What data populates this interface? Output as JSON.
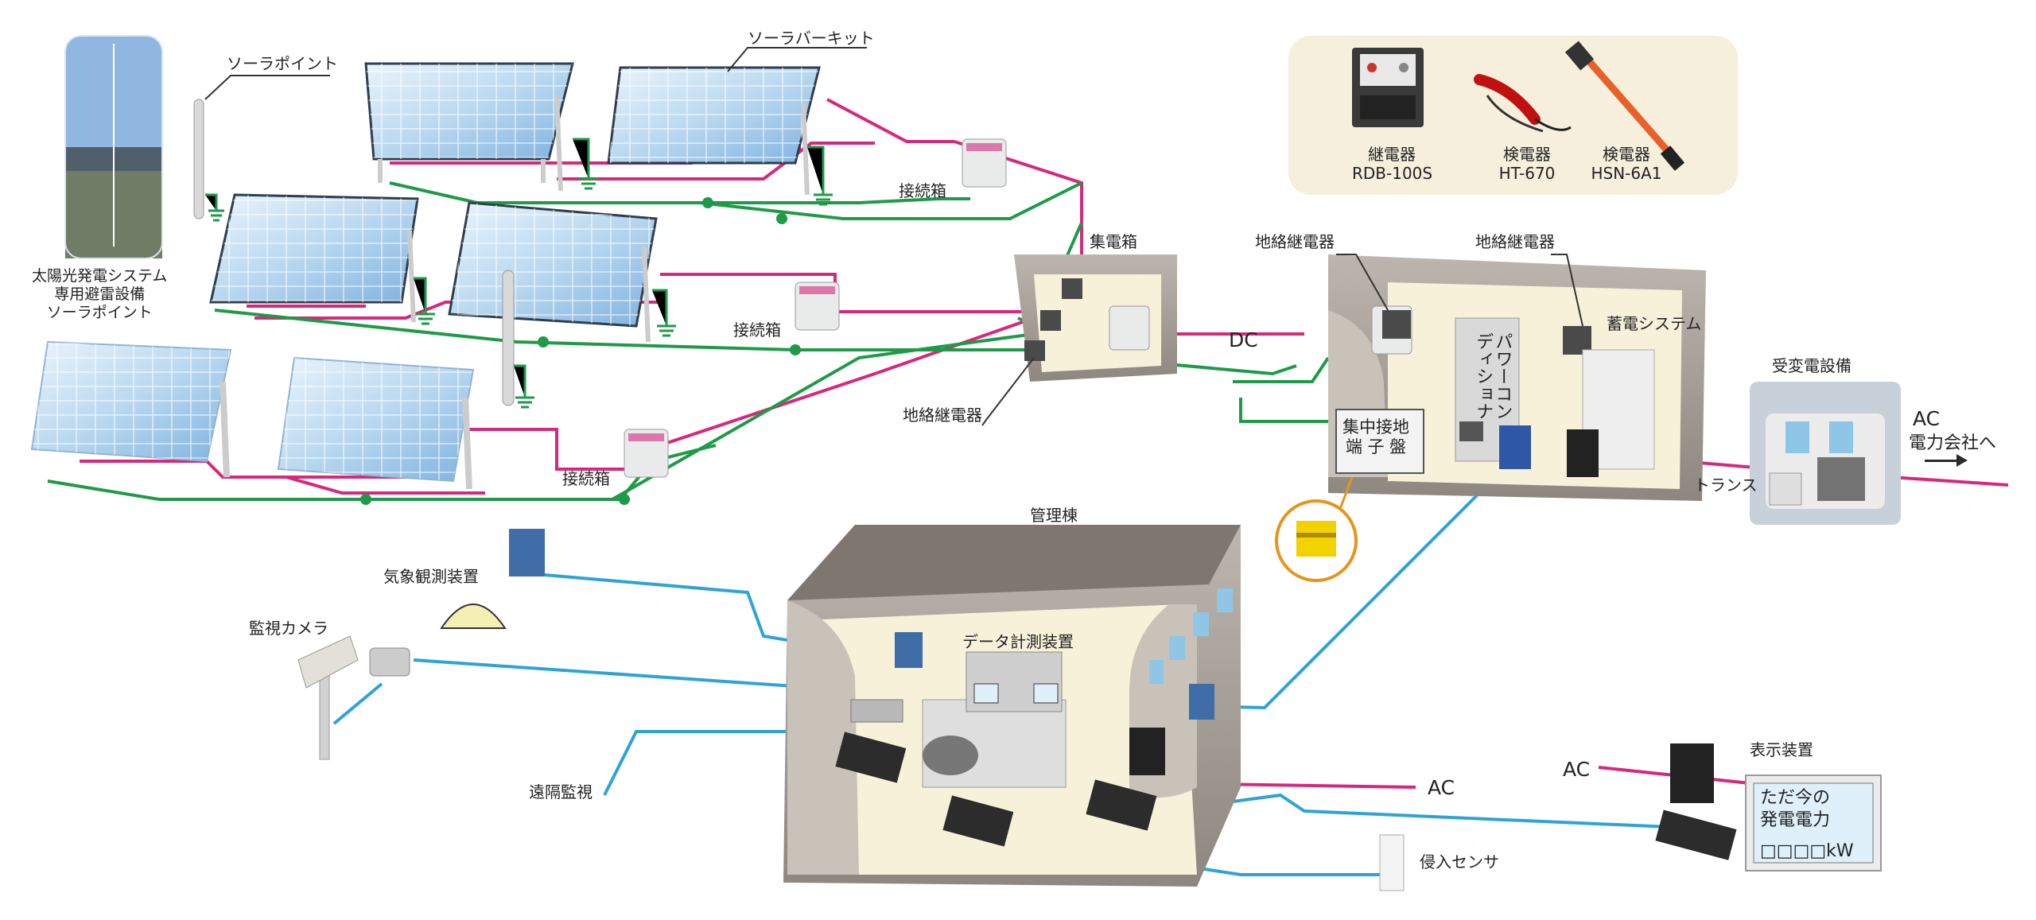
{
  "labels": {
    "solar_point_photo_caption": [
      "太陽光発電システム",
      "専用避雷設備",
      "ソーラポイント"
    ],
    "solar_point": "ソーラポイント",
    "solar_bar_kit": "ソーラバーキット",
    "junction_box": "接続箱",
    "collector_box": "集電箱",
    "ground_relay": "地絡継電器",
    "dc": "DC",
    "power_conditioner": [
      "パワーコン",
      "ディショナ"
    ],
    "grounding_panel": [
      "集中接地",
      "端 子 盤"
    ],
    "storage_system": "蓄電システム",
    "substation": "受変電設備",
    "transformer": "トランス",
    "ac_top": "AC",
    "to_utility": "電力会社へ",
    "management_building": "管理棟",
    "data_logger": "データ計測装置",
    "weather_station": "気象観測装置",
    "camera": "監視カメラ",
    "remote_monitoring": "遠隔監視",
    "ac_mid": "AC",
    "ac_right": "AC",
    "intrusion_sensor": "侵入センサ",
    "display_device": "表示装置",
    "display_text": [
      "ただ今の",
      "発電電力"
    ],
    "display_unit": "□□□□kW"
  },
  "products": [
    {
      "category": "継電器",
      "model": "RDB-100S"
    },
    {
      "category": "検電器",
      "model": "HT-670"
    },
    {
      "category": "検電器",
      "model": "HSN-6A1"
    }
  ],
  "colors": {
    "dc_line": "#d6287e",
    "ground_line": "#1f9a48",
    "signal_line": "#2ea3d8",
    "building_wall": "#a39c94",
    "building_floor": "#f7f1da",
    "product_box": "#f6efdc"
  }
}
